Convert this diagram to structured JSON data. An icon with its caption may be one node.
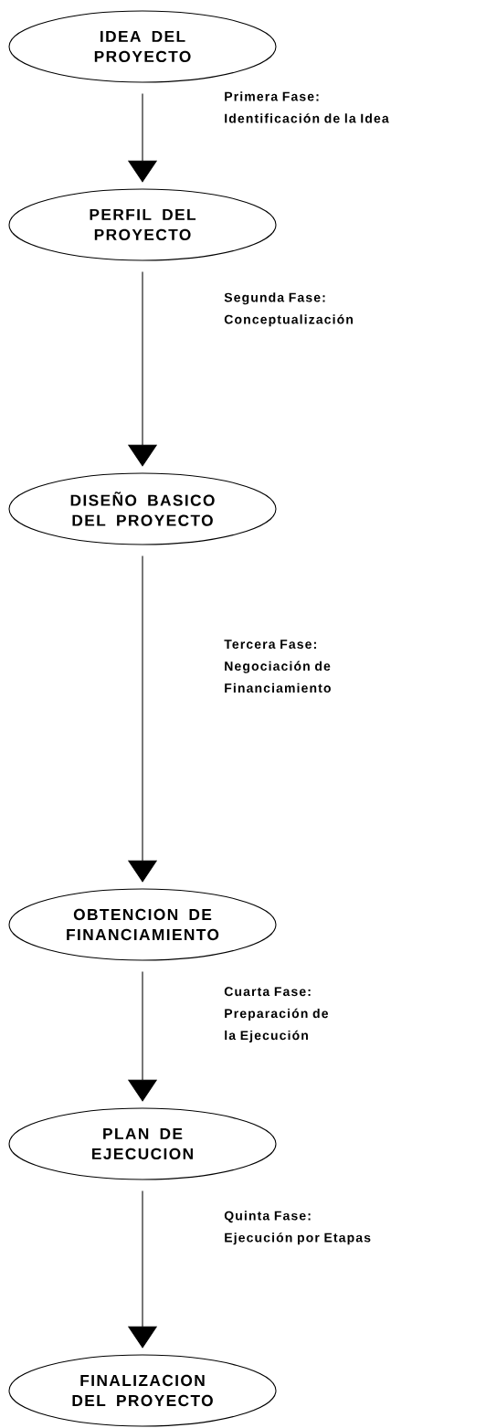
{
  "diagram": {
    "nodes": [
      {
        "text": [
          "IDEA DEL PROYECTO"
        ]
      },
      {
        "text": [
          "PERFIL DEL PROYECTO"
        ]
      },
      {
        "text": [
          "DISEÑO BASICO DEL PROYECTO"
        ]
      },
      {
        "text": [
          "OBTENCION DE FINANCIAMIENTO"
        ]
      },
      {
        "text": [
          "PLAN DE EJECUCION"
        ]
      },
      {
        "text": [
          "FINALIZACION DEL PROYECTO"
        ]
      }
    ],
    "edges": [
      {
        "from": 0,
        "to": 1,
        "arrow": "to"
      },
      {
        "from": 1,
        "to": 2,
        "arrow": "to"
      },
      {
        "from": 2,
        "to": 3,
        "arrow": "to"
      },
      {
        "from": 3,
        "to": 4,
        "arrow": "to"
      },
      {
        "from": 4,
        "to": 5,
        "arrow": "to"
      }
    ],
    "labels": [
      "Primera Fase: Identificación de la Idea",
      "Segunda Fase: Conceptualización",
      "Tercera Fase: Negociación de Financiamiento",
      "Cuarta Fase: Preparación de la Ejecución",
      "Quinta Fase: Ejecución por Etapas"
    ]
  }
}
